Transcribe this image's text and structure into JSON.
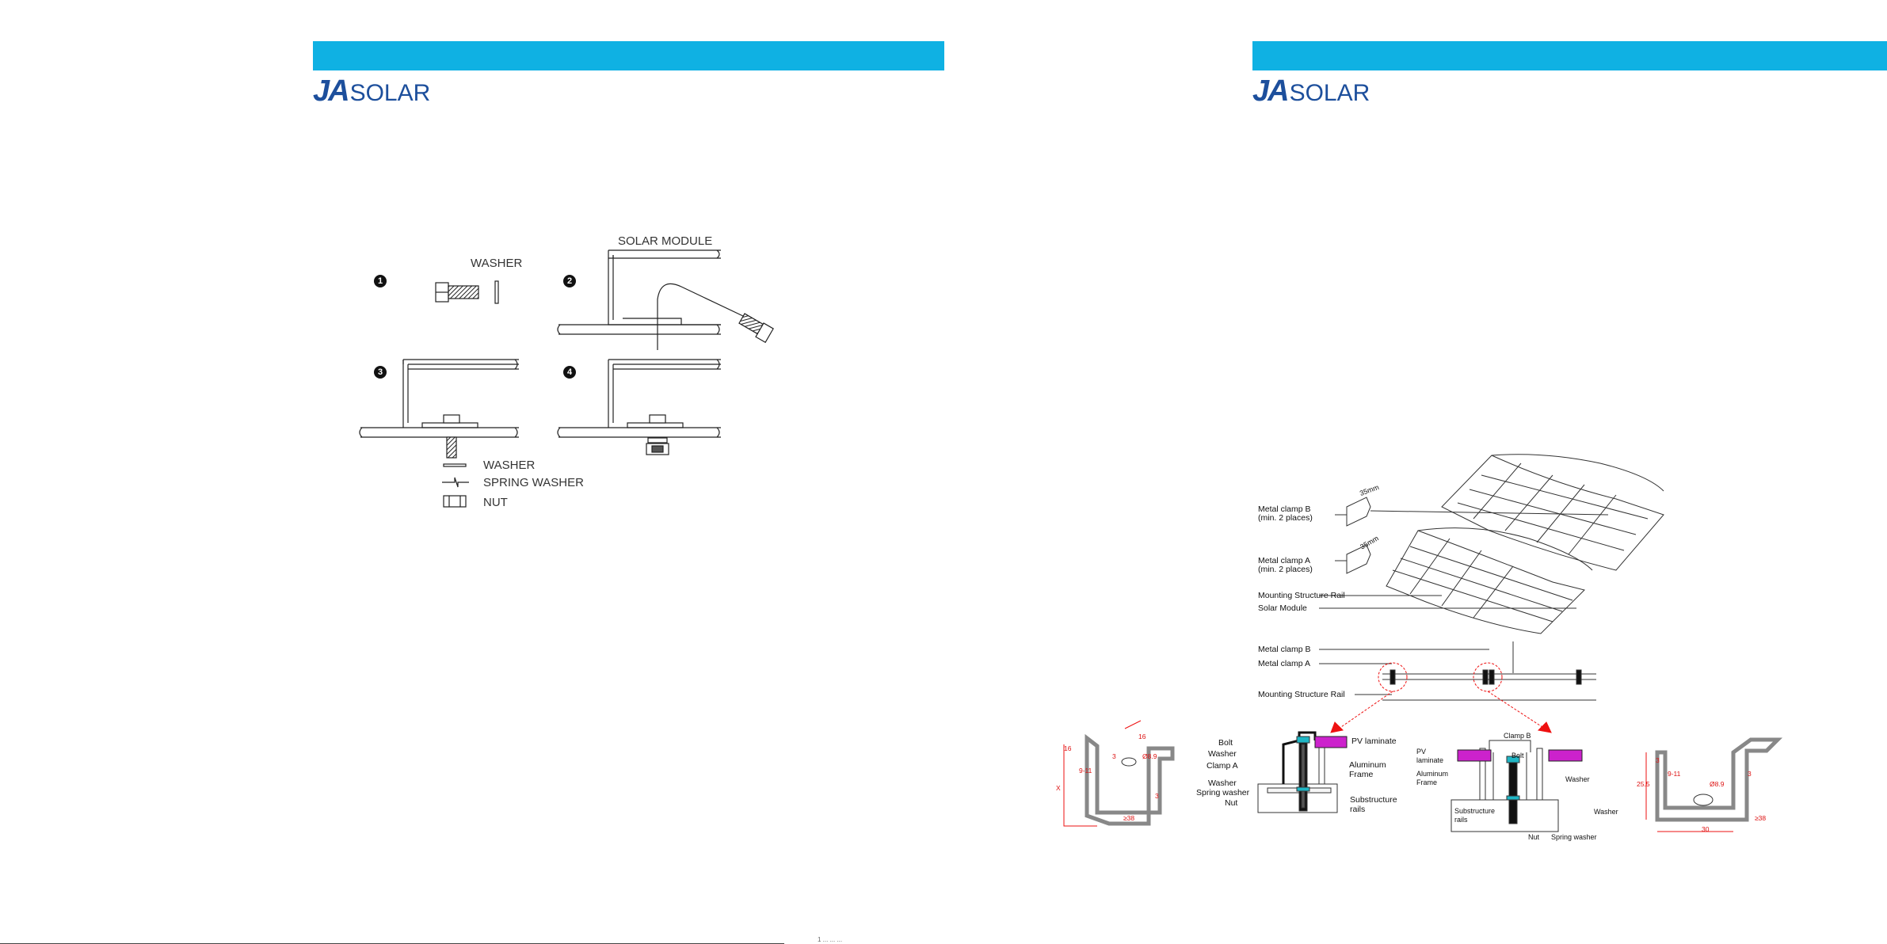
{
  "page_left": {
    "logo": {
      "ja": "JA",
      "solar": "SOLAR"
    },
    "diagram": {
      "steps": [
        "1",
        "2",
        "3",
        "4"
      ],
      "labels": {
        "washer_top": "WASHER",
        "solar_module": "SOLAR MODULE",
        "legend_washer": "WASHER",
        "legend_spring_washer": "SPRING WASHER",
        "legend_nut": "NUT"
      }
    }
  },
  "page_right": {
    "logo": {
      "ja": "JA",
      "solar": "SOLAR"
    },
    "overview_labels": {
      "clamp_b": "Metal clamp B",
      "clamp_b_note": "(min. 2 places)",
      "clamp_a": "Metal clamp A",
      "clamp_a_note": "(min. 2 places)",
      "rail1": "Mounting Structure Rail",
      "module": "Solar Module",
      "clamp_b2": "Metal clamp B",
      "clamp_a2": "Metal clamp A",
      "rail2": "Mounting Structure Rail",
      "dim_b": "35mm",
      "dim_a": "35mm"
    },
    "detail_a": {
      "bolt": "Bolt",
      "washer": "Washer",
      "clamp": "Clamp A",
      "washer2": "Washer",
      "spring_washer": "Spring washer",
      "nut": "Nut",
      "pv": "PV laminate",
      "frame1": "Aluminum",
      "frame2": "Frame",
      "rails1": "Substructure",
      "rails2": "rails"
    },
    "detail_b": {
      "clamp": "Clamp B",
      "pv1": "PV",
      "pv2": "laminate",
      "bolt": "Bolt",
      "frame1": "Aluminum",
      "frame2": "Frame",
      "washer": "Washer",
      "rails1": "Substructure",
      "rails2": "rails",
      "washer2": "Washer",
      "nut": "Nut",
      "spring_washer": "Spring washer"
    },
    "dims_left": {
      "d1": "16",
      "d2": "9-11",
      "d3": "3",
      "d4": "Ø8.9",
      "d5": "X",
      "d6": "3",
      "d7": "≥38",
      "d8": "16"
    },
    "dims_right": {
      "d1": "3",
      "d2": "9-11",
      "d3": "25.5",
      "d4": "Ø8.9",
      "d5": "3",
      "d6": "30",
      "d7": "≥38"
    }
  },
  "footer": {
    "text": "1 ... ... ..."
  }
}
